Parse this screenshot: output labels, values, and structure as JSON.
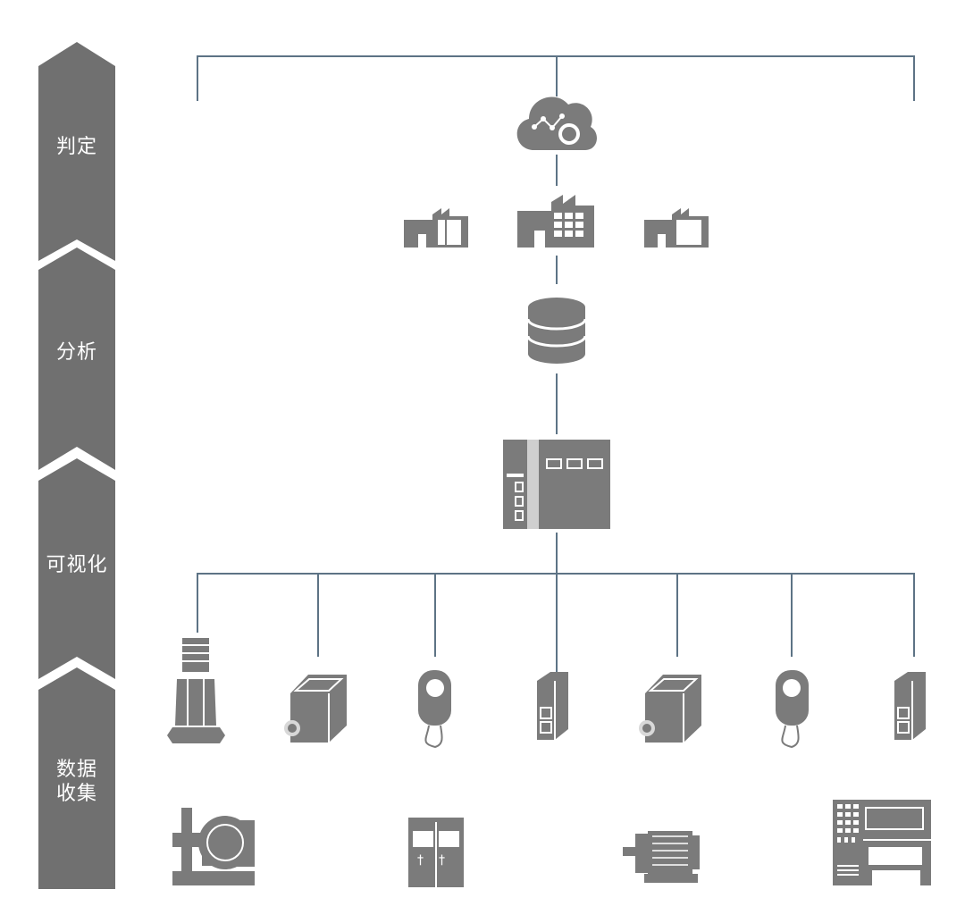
{
  "stages": [
    {
      "label": "判定"
    },
    {
      "label": "分析"
    },
    {
      "label": "可视化"
    },
    {
      "label": "数据\n收集"
    }
  ],
  "nodes": {
    "cloud": {
      "icon": "cloud-analytics-icon"
    },
    "factories": [
      {
        "icon": "factory-icon"
      },
      {
        "icon": "factory-main-icon"
      },
      {
        "icon": "factory-icon"
      }
    ],
    "database": {
      "icon": "database-icon"
    },
    "controller": {
      "icon": "plc-controller-icon"
    },
    "sensors": [
      {
        "icon": "vibration-sensor-icon"
      },
      {
        "icon": "encoder-box-icon"
      },
      {
        "icon": "round-sensor-icon"
      },
      {
        "icon": "io-module-icon"
      },
      {
        "icon": "encoder-box-icon"
      },
      {
        "icon": "round-sensor-icon"
      },
      {
        "icon": "io-module-icon"
      }
    ],
    "machines": [
      {
        "icon": "pump-icon"
      },
      {
        "icon": "control-cabinet-icon"
      },
      {
        "icon": "motor-icon"
      },
      {
        "icon": "cnc-machine-icon"
      }
    ]
  },
  "colors": {
    "chevron": "#707070",
    "icon": "#7b7b7b",
    "wire": "#5d7385",
    "background": "#ffffff"
  }
}
